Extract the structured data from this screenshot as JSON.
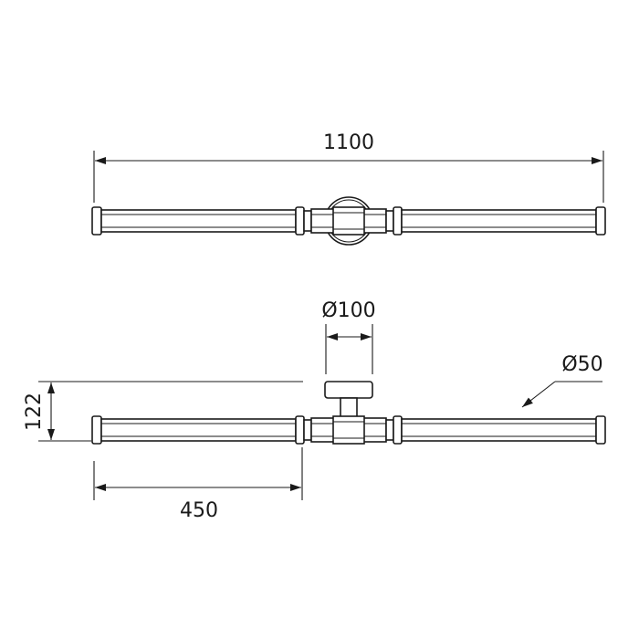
{
  "drawing": {
    "overall_length": "1100",
    "rod_length": "450",
    "projection": "122",
    "center_diameter": "Ø100",
    "rod_diameter": "Ø50"
  },
  "colors": {
    "line": "#1a1a1a",
    "background": "#ffffff"
  }
}
